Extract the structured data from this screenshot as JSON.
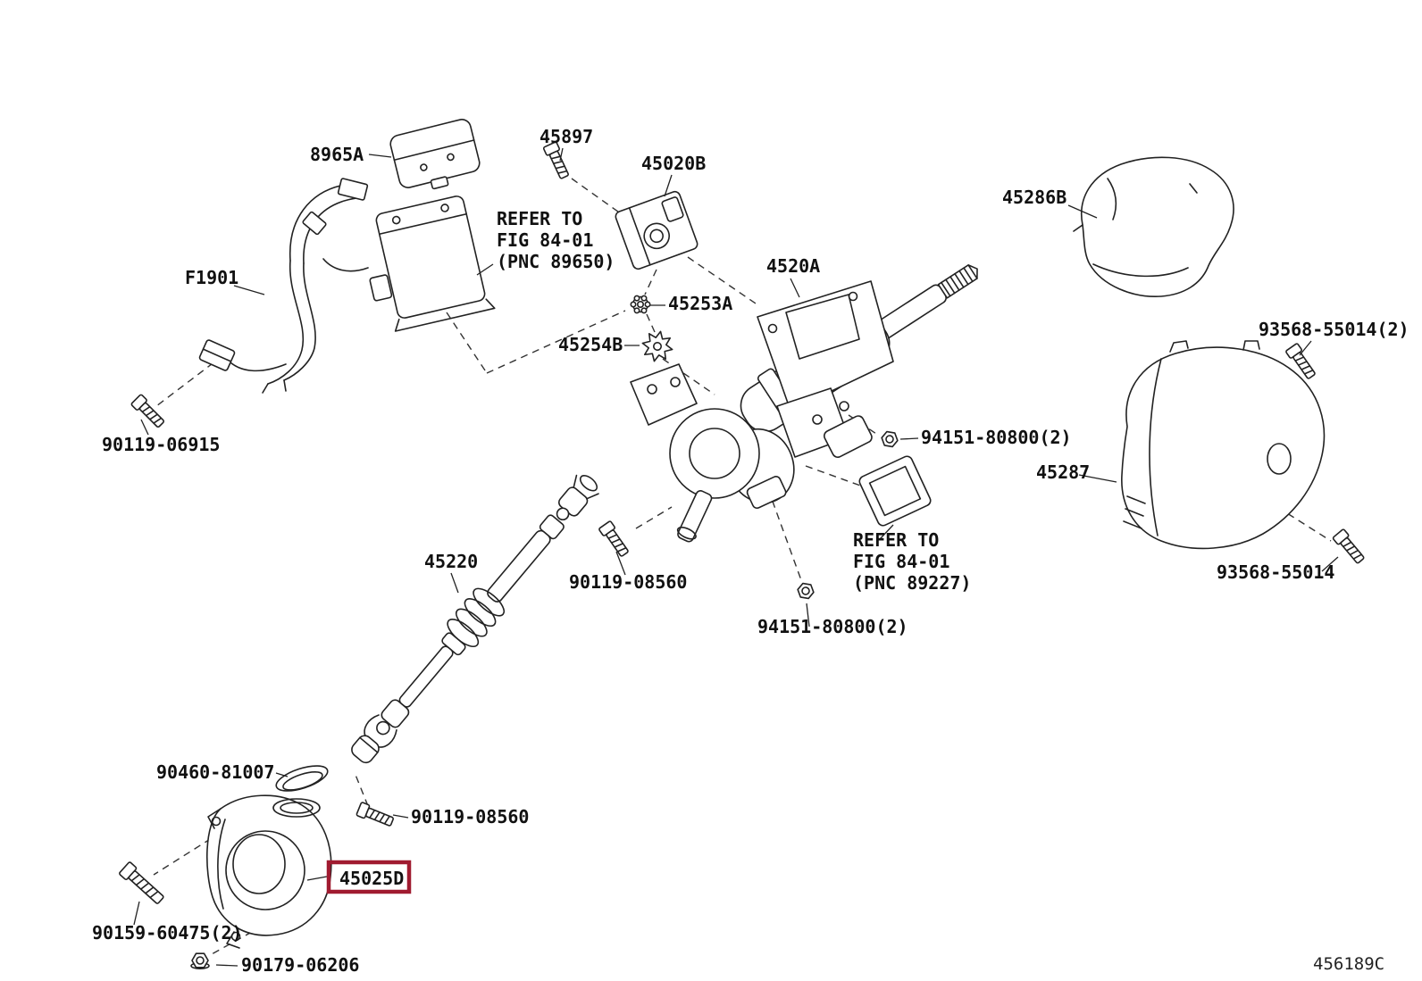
{
  "diagram": {
    "code": "456189C",
    "highlight": {
      "part": "45025D",
      "color": "#a01b30"
    },
    "parts": {
      "p8965A": "8965A",
      "p45897": "45897",
      "p45020B": "45020B",
      "p45286B": "45286B",
      "pF1901": "F1901",
      "p45253A": "45253A",
      "p45254B": "45254B",
      "p4520A": "4520A",
      "p93568_55014_2": "93568-55014(2)",
      "p90119_06915": "90119-06915",
      "p94151_80800_a": "94151-80800(2)",
      "p45287": "45287",
      "p93568_55014": "93568-55014",
      "p94151_80800_b": "94151-80800(2)",
      "p45220": "45220",
      "p90119_08560_a": "90119-08560",
      "p90460_81007": "90460-81007",
      "p90119_08560_b": "90119-08560",
      "p45025D": "45025D",
      "p90159_60475_2": "90159-60475(2)",
      "p90179_06206": "90179-06206"
    },
    "notes": {
      "n1": {
        "l1": "REFER TO",
        "l2": "FIG 84-01",
        "l3": "(PNC 89650)"
      },
      "n2": {
        "l1": "REFER TO",
        "l2": "FIG 84-01",
        "l3": "(PNC 89227)"
      }
    }
  }
}
